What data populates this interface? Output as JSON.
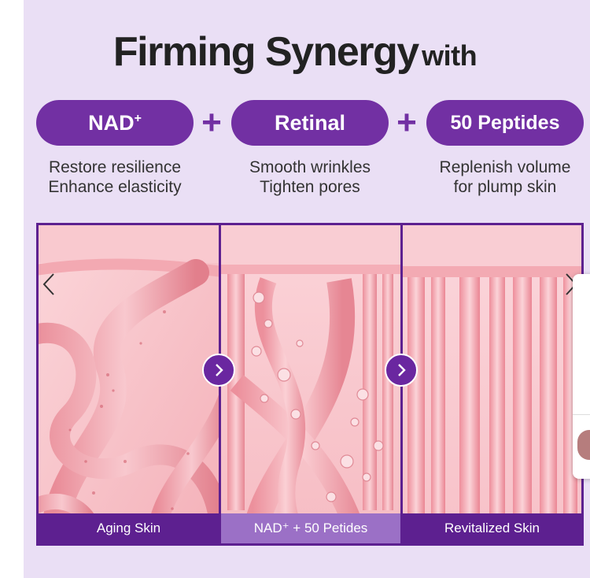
{
  "title": {
    "main": "Firming Synergy",
    "suffix": "with"
  },
  "ingredients": [
    {
      "label": "NAD",
      "sup": "+",
      "desc": [
        "Restore resilience",
        "Enhance elasticity"
      ]
    },
    {
      "label": "Retinal",
      "sup": "",
      "desc": [
        "Smooth wrinkles",
        "Tighten pores"
      ]
    },
    {
      "label": "50 Peptides",
      "sup": "",
      "desc": [
        "Replenish volume",
        "for plump skin"
      ]
    }
  ],
  "plus_sign": "+",
  "panels": [
    {
      "caption": "Aging Skin"
    },
    {
      "caption": "NAD⁺ + 50 Petides"
    },
    {
      "caption": "Revitalized Skin"
    }
  ],
  "icons": {
    "next_step": "chevron-right-icon",
    "carousel_prev": "chevron-left-icon",
    "carousel_next": "chevron-right-icon"
  },
  "colors": {
    "brand": "#7230a3",
    "dark_band": "#5d2090",
    "mid_band": "#9b70c6",
    "background": "#eadff5",
    "skin": "#f4b8bf"
  }
}
